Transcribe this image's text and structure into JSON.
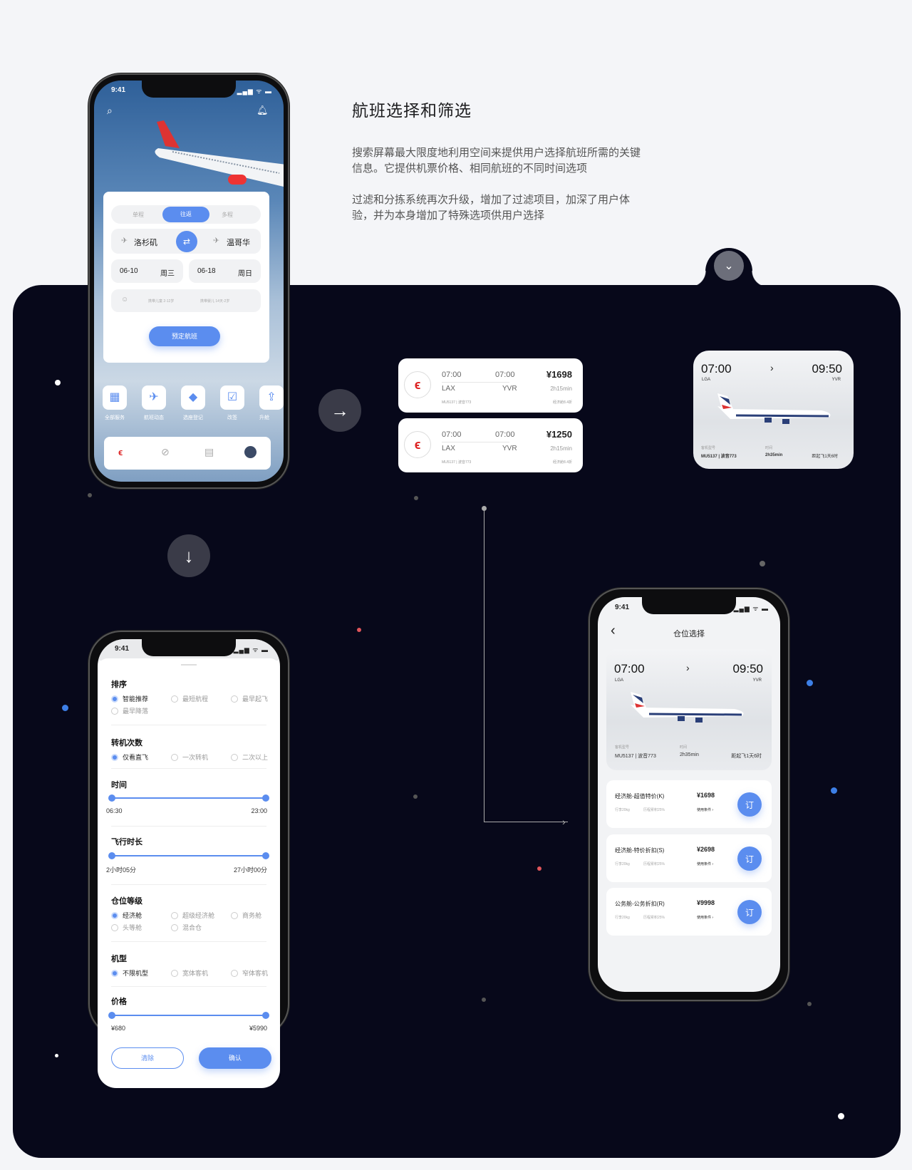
{
  "intro": {
    "title": "航班选择和筛选",
    "para1_l1": "搜索屏幕最大限度地利用空间来提供用户选择航班所需的关键",
    "para1_l2": "信息。它提供机票价格、相同航班的不同时间选项",
    "para2_l1": "过滤和分拣系统再次升级，增加了过滤项目，加深了用户体",
    "para2_l2": "验，并为本身增加了特殊选项供用户选择"
  },
  "status": {
    "time": "9:41",
    "signal": "▂▄▆ ᯤ ▬"
  },
  "icons": {
    "expand": "⌄",
    "arrow_right": "→",
    "arrow_down": "↓"
  },
  "home": {
    "trip_tabs": [
      "单程",
      "往返",
      "多程"
    ],
    "active_tab": "往返",
    "from_city": "洛杉矶",
    "to_city": "温哥华",
    "depart_date": "06-10",
    "depart_weekday": "周三",
    "return_date": "06-18",
    "return_weekday": "周日",
    "child_label": "携带儿童 2-12岁",
    "infant_label": "携带婴儿 14天-2岁",
    "book_button": "预定航班",
    "services": [
      "全部服务",
      "航班动态",
      "选座登记",
      "改签",
      "升舱"
    ]
  },
  "flights": [
    {
      "depart_time": "07:00",
      "arrive_time": "07:00",
      "from": "LAX",
      "to": "YVR",
      "price": "¥1698",
      "duration": "2h15min",
      "flight": "MU5137 | 波音773",
      "discount": "经济舱8.4折"
    },
    {
      "depart_time": "07:00",
      "arrive_time": "07:00",
      "from": "LAX",
      "to": "YVR",
      "price": "¥1250",
      "duration": "2h15min",
      "flight": "MU5137 | 波音773",
      "discount": "经济舱8.4折"
    }
  ],
  "flight_detail": {
    "depart_time": "07:00",
    "arrive_time": "09:50",
    "from": "LGA",
    "to": "YVR",
    "model_label": "客机型号",
    "model": "MU5137 | 波音773",
    "time_label": "时间",
    "duration": "2h35min",
    "countdown": "距起飞1天6时"
  },
  "filter": {
    "sort": {
      "title": "排序",
      "options": [
        "智能推荐",
        "最短航程",
        "最早起飞",
        "最早降落"
      ],
      "selected": "智能推荐"
    },
    "transfers": {
      "title": "转机次数",
      "options": [
        "仅看直飞",
        "一次转机",
        "二次以上"
      ],
      "selected": "仅看直飞"
    },
    "time": {
      "title": "时间",
      "min": "06:30",
      "max": "23:00"
    },
    "duration": {
      "title": "飞行时长",
      "min": "2小时05分",
      "max": "27小时00分"
    },
    "cabin": {
      "title": "仓位等级",
      "options": [
        "经济舱",
        "超级经济舱",
        "商务舱",
        "头等舱",
        "混合仓"
      ],
      "selected": "经济舱"
    },
    "aircraft": {
      "title": "机型",
      "options": [
        "不限机型",
        "宽体客机",
        "窄体客机"
      ],
      "selected": "不限机型"
    },
    "price": {
      "title": "价格",
      "min": "¥680",
      "max": "¥5990"
    },
    "clear_button": "清除",
    "confirm_button": "确认"
  },
  "cabin_select": {
    "title": "仓位选择",
    "back": "‹",
    "classes": [
      {
        "name": "经济舱-超值特价(K)",
        "price": "¥1698",
        "baggage": "行李20kg",
        "miles": "历程累积25%",
        "terms": "使用条件 ›",
        "book": "订"
      },
      {
        "name": "经济舱-特价折扣(S)",
        "price": "¥2698",
        "baggage": "行李20kg",
        "miles": "历程累积25%",
        "terms": "使用条件 ›",
        "book": "订"
      },
      {
        "name": "公务舱-公务折扣(R)",
        "price": "¥9998",
        "baggage": "行李20kg",
        "miles": "历程累积25%",
        "terms": "使用条件 ›",
        "book": "订"
      }
    ]
  },
  "colors": {
    "accent": "#5b8def",
    "panel": "#07081a",
    "page": "#f4f5f8"
  }
}
